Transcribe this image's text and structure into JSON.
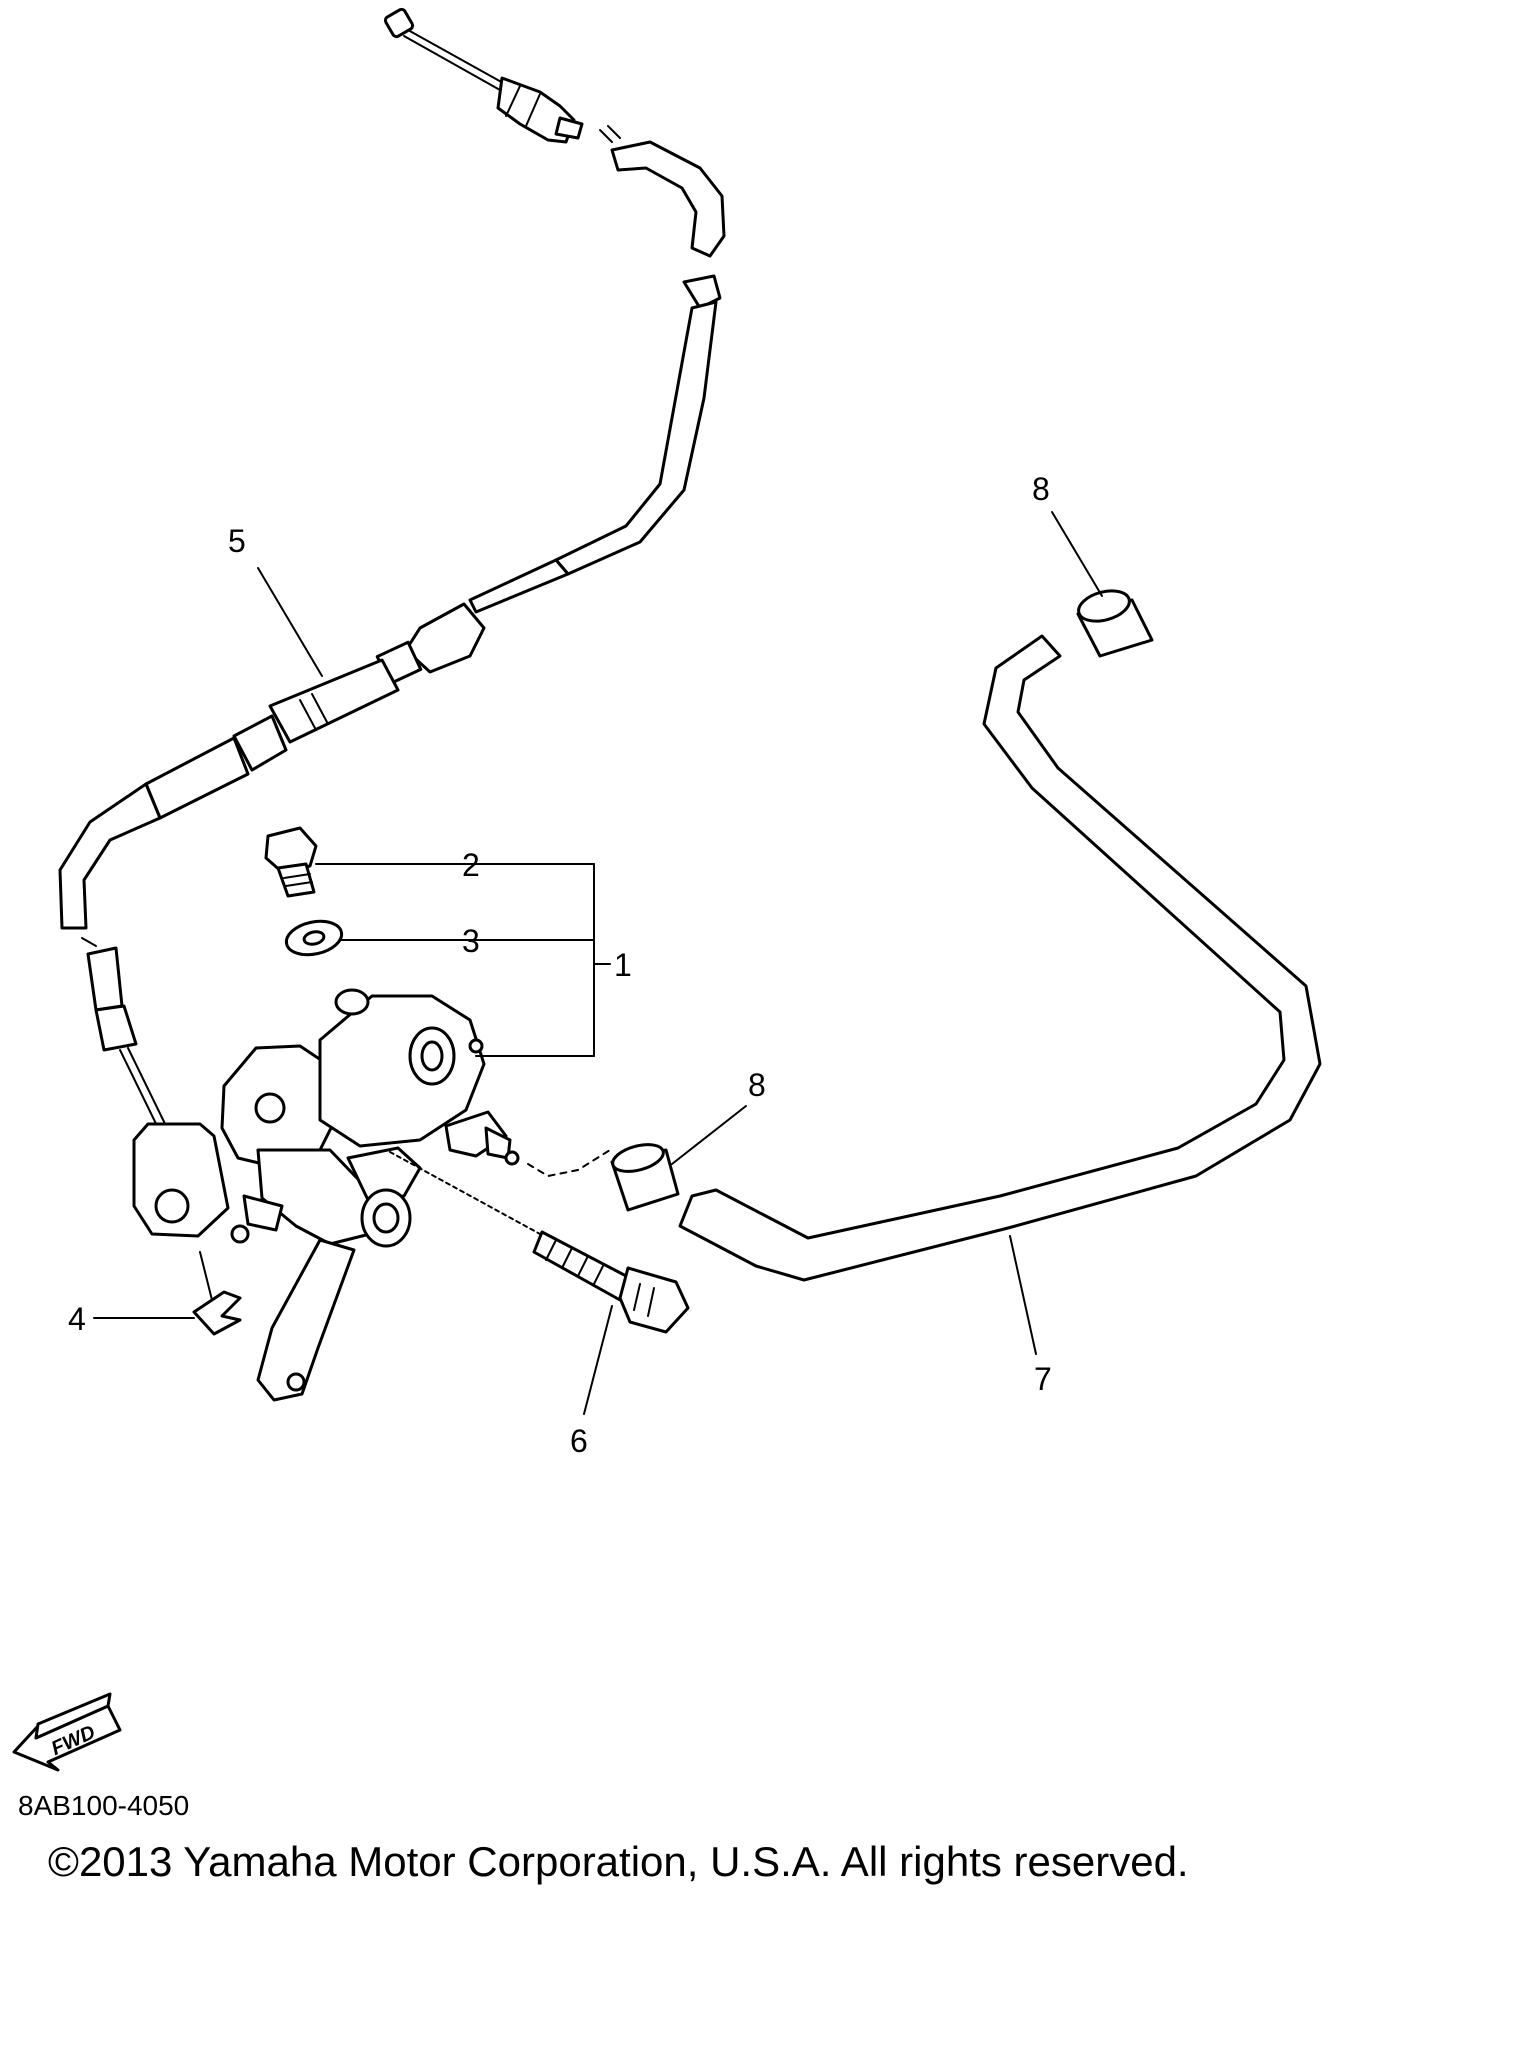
{
  "diagram": {
    "callouts": [
      {
        "id": "label-1",
        "text": "1"
      },
      {
        "id": "label-2",
        "text": "2"
      },
      {
        "id": "label-3",
        "text": "3"
      },
      {
        "id": "label-4",
        "text": "4"
      },
      {
        "id": "label-5",
        "text": "5"
      },
      {
        "id": "label-6",
        "text": "6"
      },
      {
        "id": "label-7",
        "text": "7"
      },
      {
        "id": "label-8a",
        "text": "8"
      },
      {
        "id": "label-8b",
        "text": "8"
      }
    ],
    "fwd_label": "FWD",
    "diagram_code": "8AB100-4050",
    "copyright": "©2013 Yamaha Motor Corporation, U.S.A. All rights reserved."
  }
}
